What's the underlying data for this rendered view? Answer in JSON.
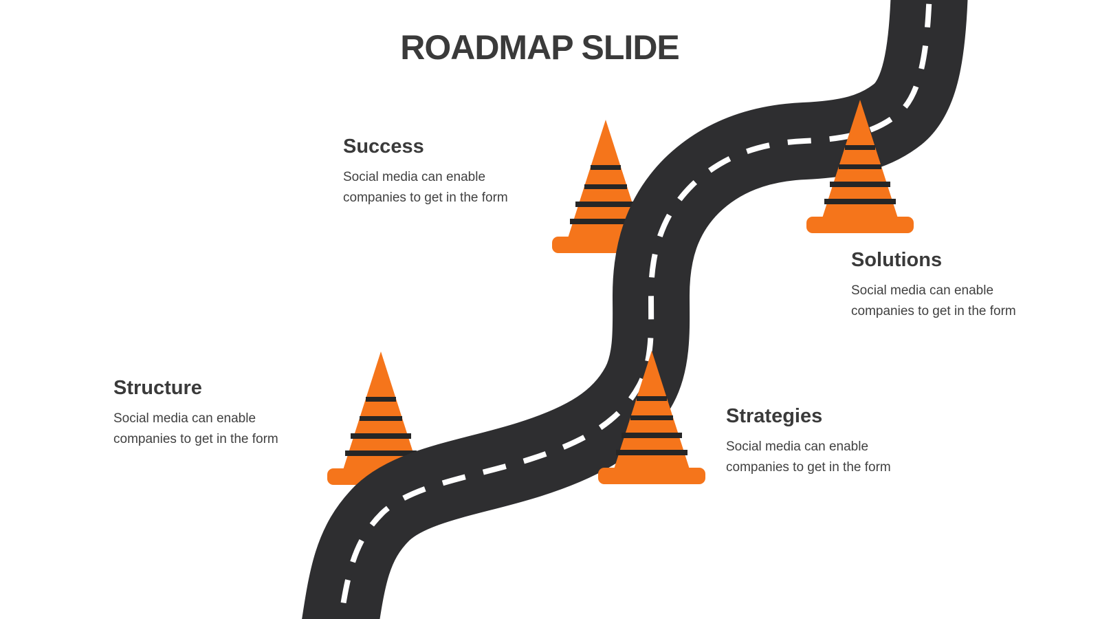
{
  "slide": {
    "title": "ROADMAP SLIDE"
  },
  "milestones": [
    {
      "id": "structure",
      "title": "Structure",
      "description_lines": [
        "Social media can enable",
        "companies to get in the form"
      ]
    },
    {
      "id": "success",
      "title": "Success",
      "description_lines": [
        "Social media can enable",
        "companies to get in the form"
      ]
    },
    {
      "id": "strategies",
      "title": "Strategies",
      "description_lines": [
        "Social media can enable",
        "companies to get in the form"
      ]
    },
    {
      "id": "solutions",
      "title": "Solutions",
      "description_lines": [
        "Social media can enable",
        "companies to get in the form"
      ]
    }
  ],
  "icons": [
    "traffic-cone-structure-icon",
    "traffic-cone-success-icon",
    "traffic-cone-strategies-icon",
    "traffic-cone-solutions-icon",
    "winding-road-graphic"
  ],
  "colors": {
    "background": "#ffffff",
    "road": "#2e2e30",
    "road_line": "#ffffff",
    "cone": "#f5751b",
    "cone_stripe": "#262626",
    "title_color": "#3a3a3a",
    "heading_color": "#3a3a3a",
    "body_color": "#404040"
  }
}
